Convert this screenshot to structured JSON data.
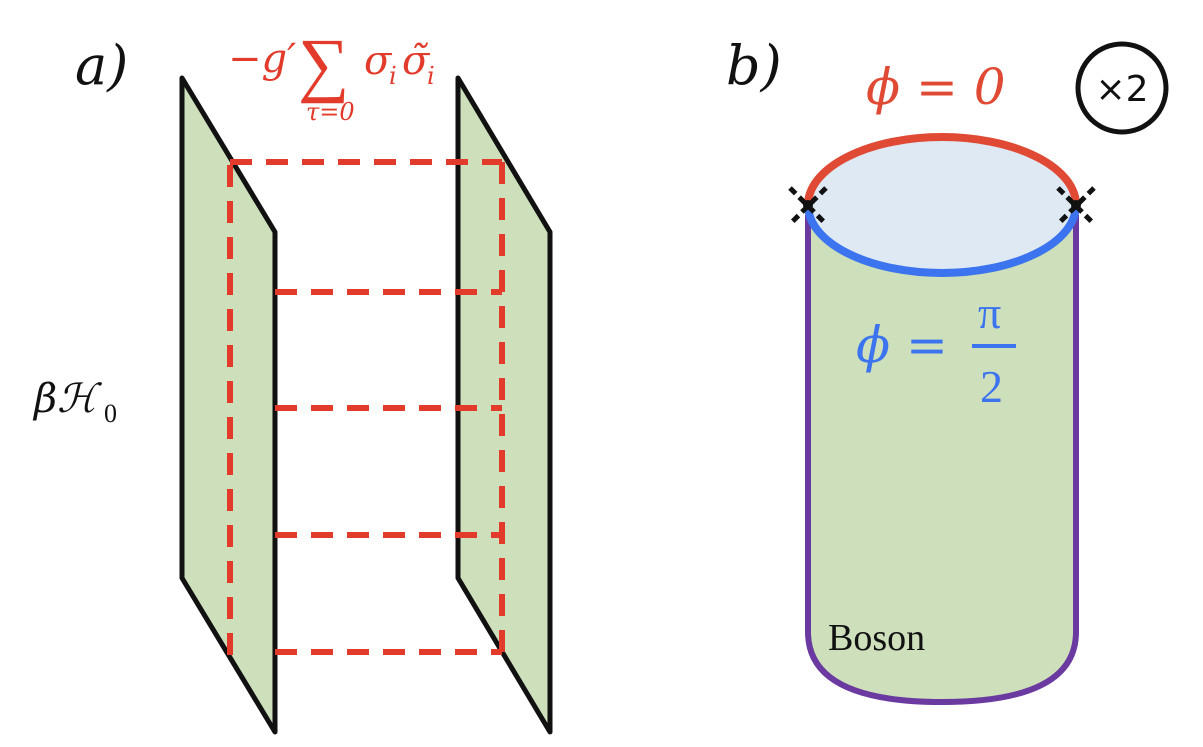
{
  "panel_a": {
    "label": "a)",
    "coupling_prefix": "−g′",
    "sum_symbol": "∑",
    "sum_index": "τ=0",
    "coupling_term": "σ",
    "sub_i": "i",
    "coupling_term2": "σ̃",
    "sub_i2": "i",
    "time_label": "βℋ",
    "time_sub": "0",
    "colors": {
      "sheet_fill": "#cddfbb",
      "sheet_edge": "#111111",
      "coupling": "#e23a2b"
    }
  },
  "panel_b": {
    "label": "b)",
    "top_label": "ϕ = 0",
    "bottom_label_lhs": "ϕ =",
    "bottom_label_num": "π",
    "bottom_label_den": "2",
    "body_label": "Boson",
    "multiplier": "×2",
    "colors": {
      "red_arc": "#e04a35",
      "blue_arc": "#3b74ee",
      "outline": "#6b3aa0",
      "body_fill": "#cddfbb",
      "cap_fill": "#dfe9f3"
    }
  }
}
